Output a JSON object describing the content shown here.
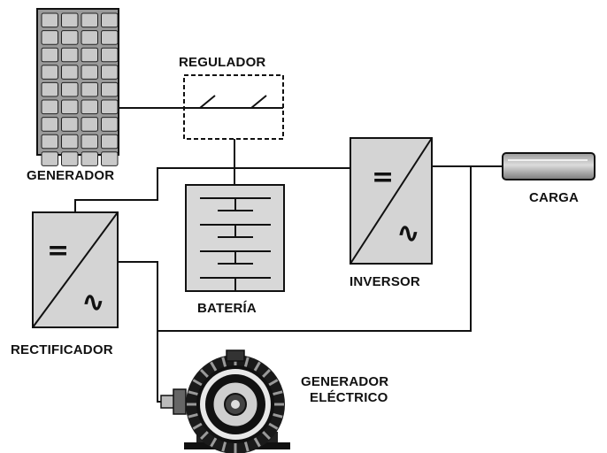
{
  "labels": {
    "generador": "GENERADOR",
    "regulador": "REGULADOR",
    "bateria": "BATERÍA",
    "inversor": "INVERSOR",
    "carga": "CARGA",
    "rectificador": "RECTIFICADOR",
    "generador_electrico_line1": "GENERADOR",
    "generador_electrico_line2": "ELÉCTRICO"
  },
  "symbols": {
    "dc": "=",
    "ac": "∿"
  },
  "icons": {
    "solar_panel": "solar-panel-icon",
    "regulator": "regulator-switch-icon",
    "battery": "battery-icon",
    "inverter": "inverter-icon",
    "rectifier": "rectifier-icon",
    "load": "load-resistor-icon",
    "electric_generator": "electric-generator-icon"
  },
  "colors": {
    "line": "#111111",
    "box_fill": "#d4d4d4",
    "panel_cell": "#c9c9c9"
  }
}
